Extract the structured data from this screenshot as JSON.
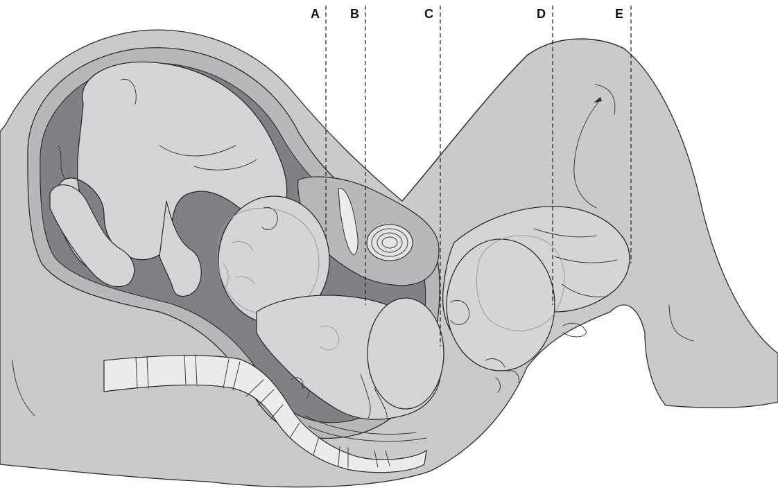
{
  "figure": {
    "station_labels": [
      "A",
      "B",
      "C",
      "D",
      "E"
    ],
    "colors": {
      "background": "#ffffff",
      "maternal_tissue": "#c9cacc",
      "uterine_wall": "#b7b8ba",
      "amniotic_space": "#7f8184",
      "fetus_skin": "#d4d5d7",
      "vertebrae": "#ececec",
      "outline": "#2a2a2a",
      "guide_line": "#1a1a1a"
    }
  }
}
